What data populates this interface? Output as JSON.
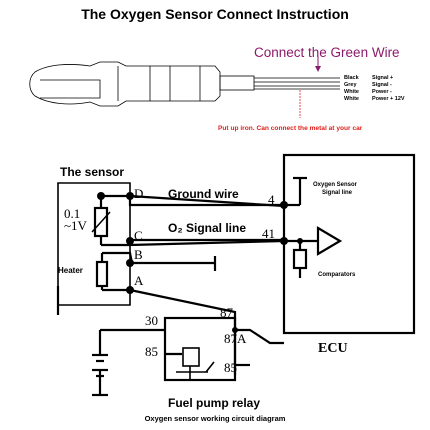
{
  "title": "The Oxygen Sensor Connect Instruction",
  "connect_note": "Connect the Green Wire",
  "wires": [
    {
      "color": "Black",
      "signal": "Signal +"
    },
    {
      "color": "Grey",
      "signal": "Signal -"
    },
    {
      "color": "White",
      "signal": "Power -"
    },
    {
      "color": "White",
      "signal": "Power + 12V"
    }
  ],
  "putup_note": "Put up iron. Can connect the metal at your car",
  "sensor_label": "The sensor",
  "ground_wire_label": "Ground wire",
  "signal_line_label": "O₂ Signal line",
  "voltage_label": [
    "0.1",
    "~1V"
  ],
  "heater_label": "Heater",
  "pins": {
    "D": "D",
    "C": "C",
    "B": "B",
    "A": "A"
  },
  "ecu_pins": {
    "p4": "4",
    "p41": "41"
  },
  "ecu_box": {
    "o2_signal": [
      "Oxygen Sensor",
      "Signal line"
    ],
    "comparators": "Comparators",
    "label": "ECU"
  },
  "relay_pins": {
    "p30": "30",
    "p85": "85",
    "p87": "87",
    "p87a": "87A",
    "p86": "85"
  },
  "relay_label": "Fuel pump relay",
  "footer": "Oxygen sensor working circuit diagram",
  "colors": {
    "connect_note": "#8b1a6b",
    "putup_note": "#e0201b",
    "line": "#000000"
  }
}
